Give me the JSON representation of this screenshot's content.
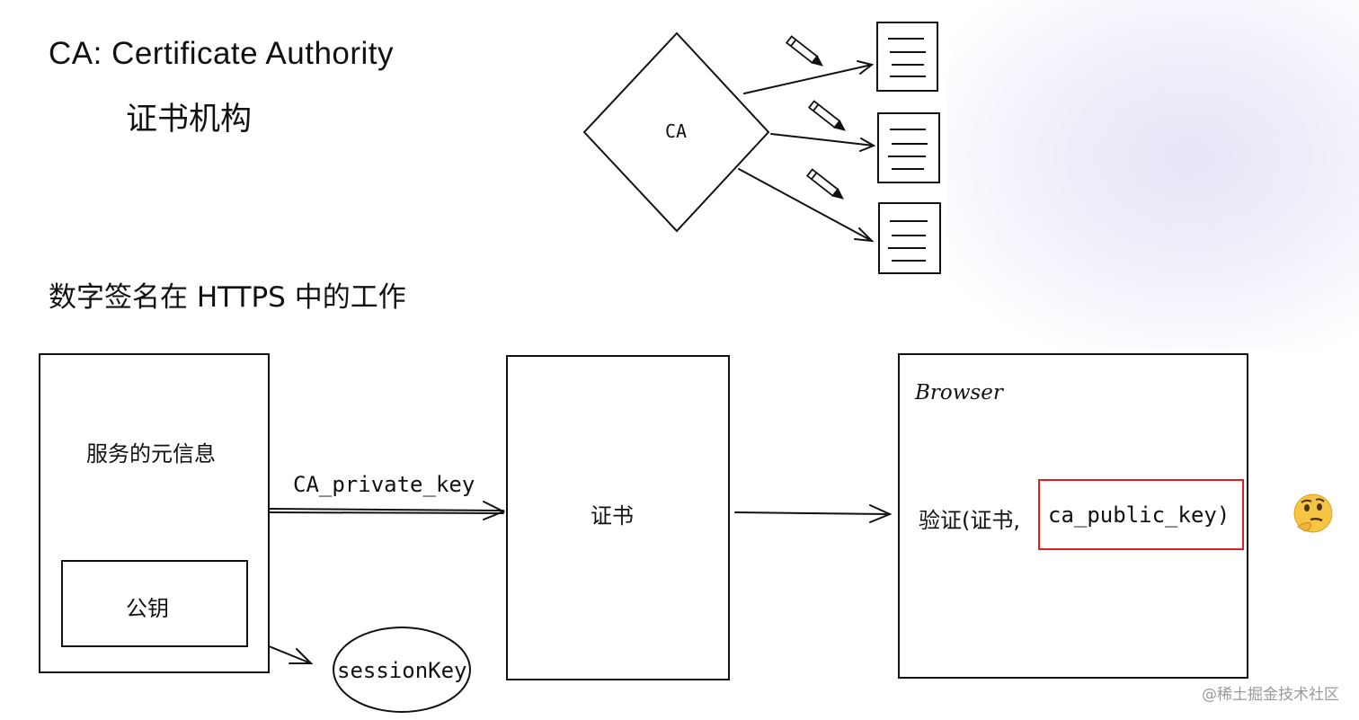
{
  "title": {
    "line1": "CA: Certificate Authority",
    "line2": "证书机构"
  },
  "diagram_top": {
    "center_label": "CA"
  },
  "section_heading": "数字签名在 HTTPS 中的工作",
  "server_box": {
    "label": "服务的元信息",
    "inner_label": "公钥"
  },
  "arrow_label": "CA_private_key",
  "certificate_box": {
    "label": "证书"
  },
  "session_key": "sessionKey",
  "browser_box": {
    "title": "Browser",
    "verify_prefix": "验证(证书,",
    "verify_highlight": "ca_public_key)"
  },
  "footer": "@稀土掘金技术社区",
  "colors": {
    "highlight": "#e02020",
    "line": "#111111",
    "emoji": "#f6c544"
  },
  "icons": [
    "pencil-icon",
    "document-icon",
    "thinking-face-icon"
  ]
}
